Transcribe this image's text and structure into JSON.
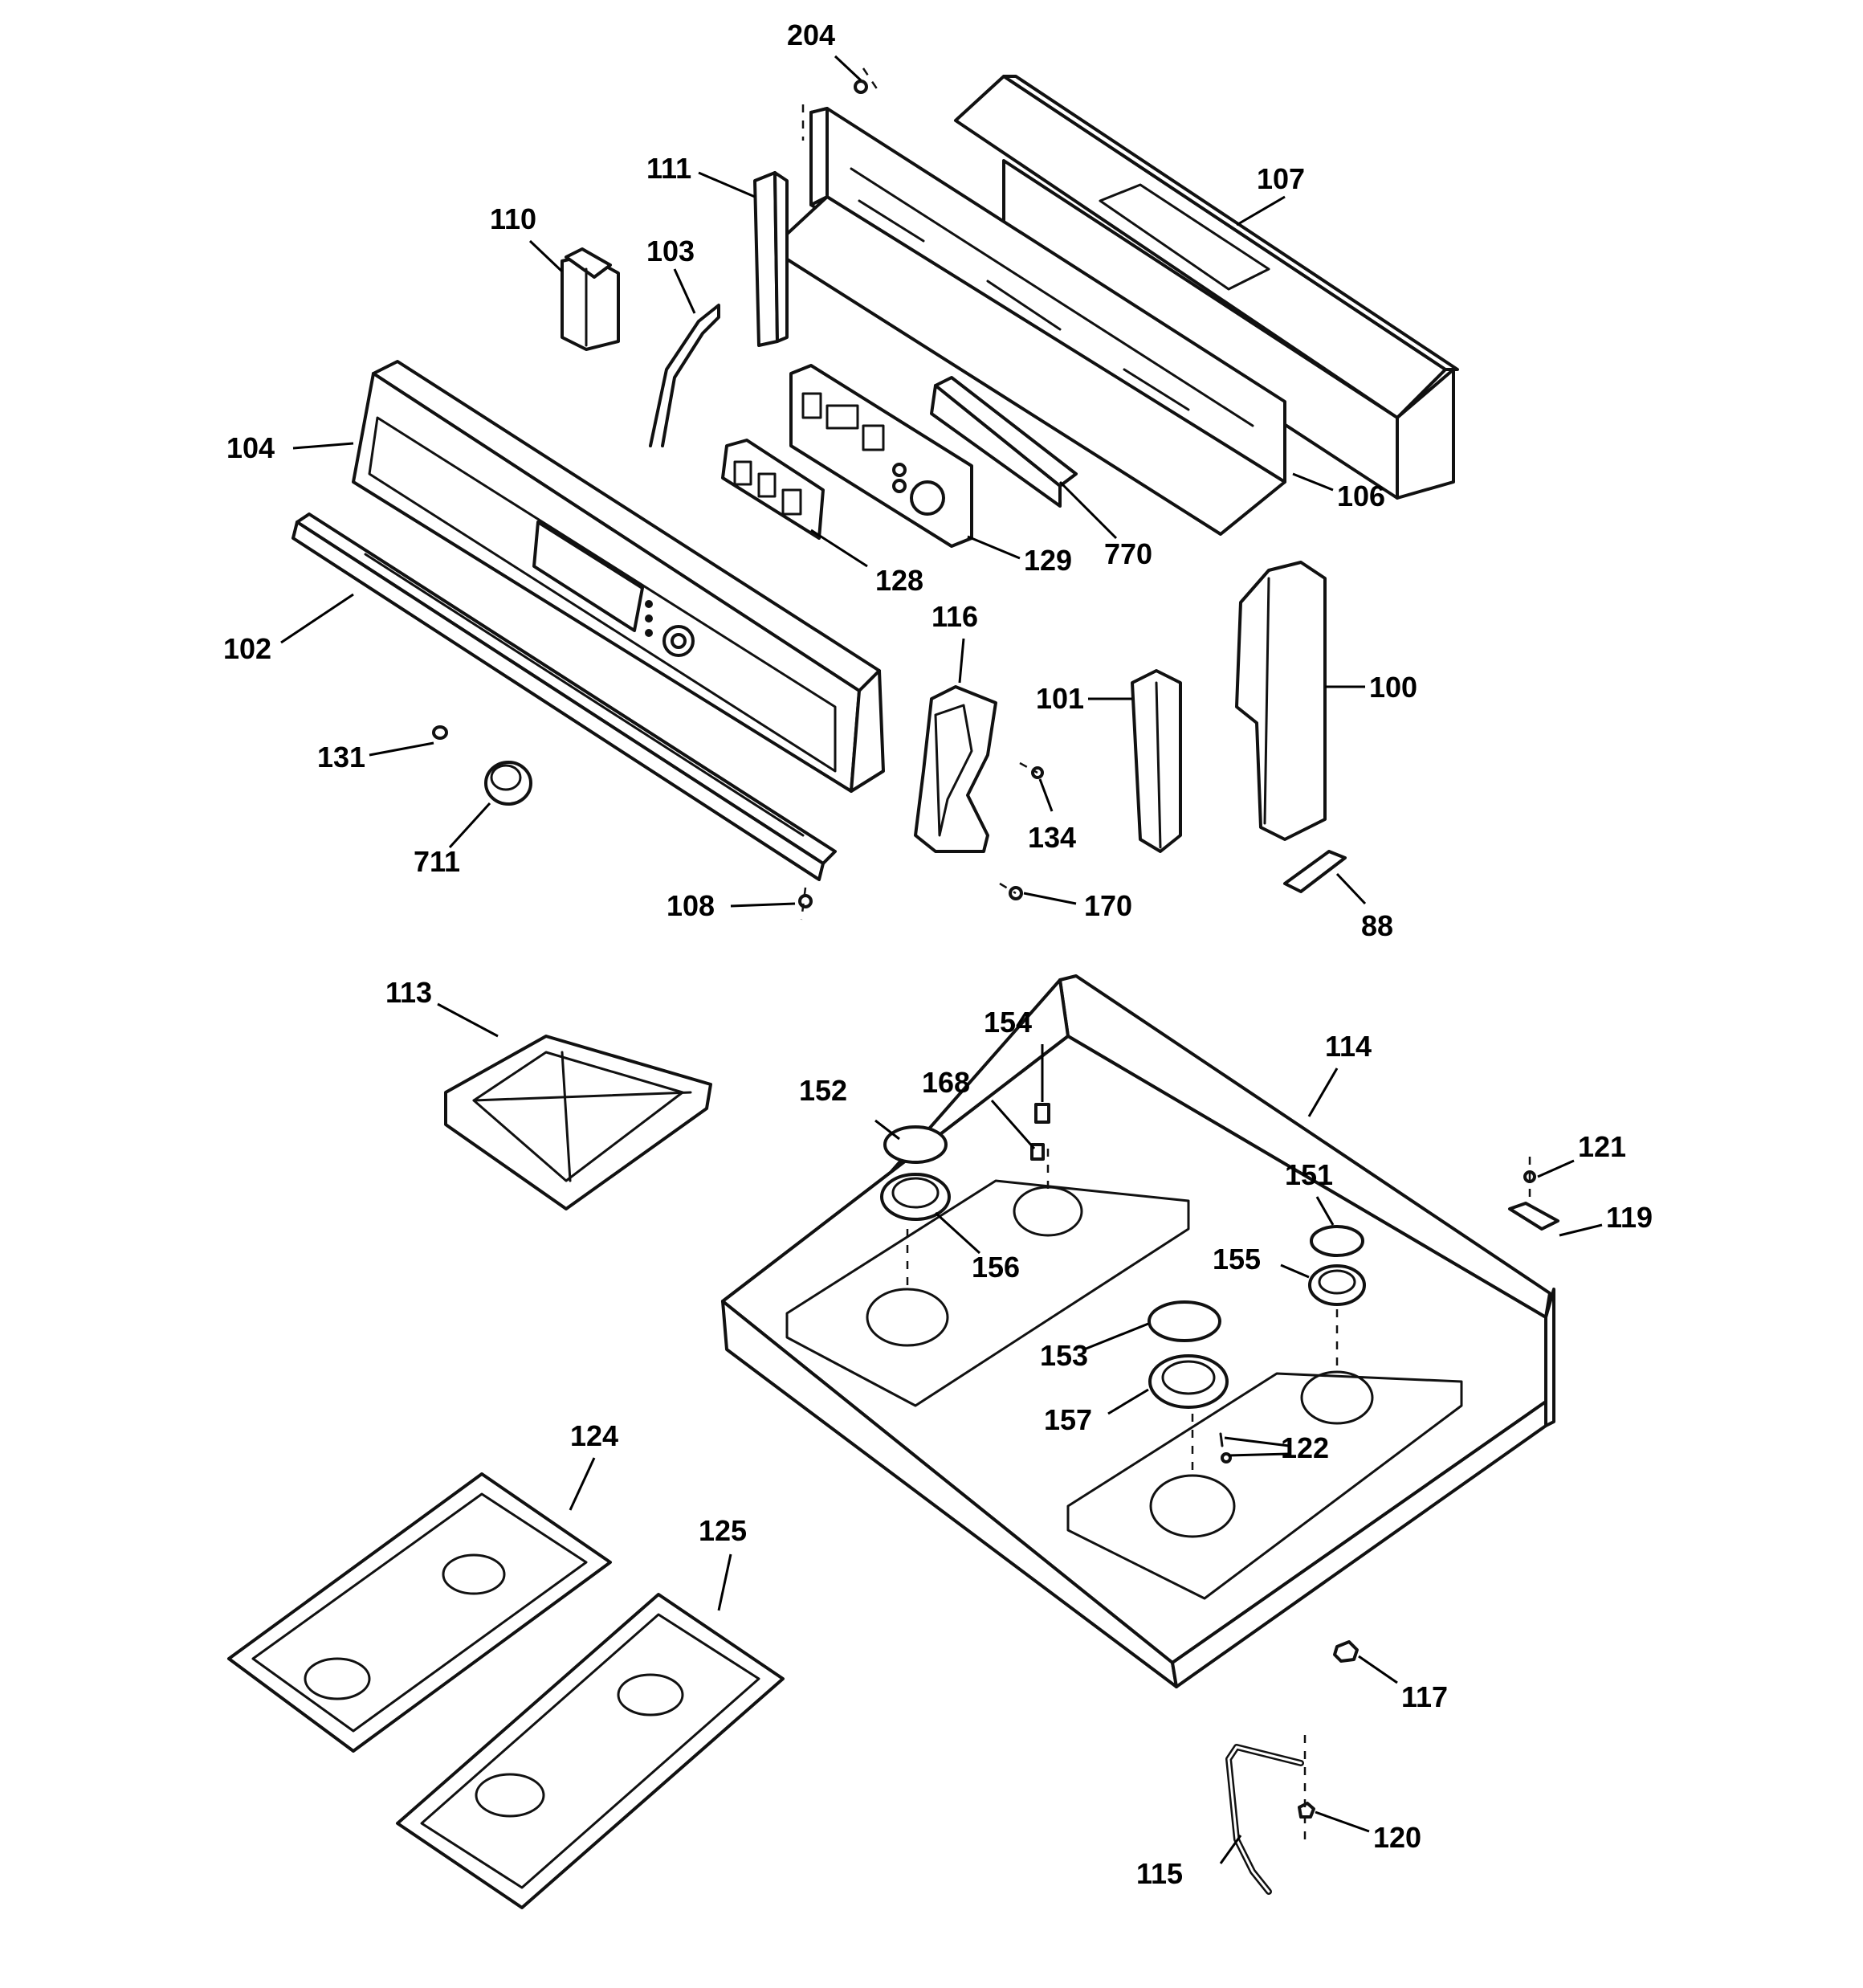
{
  "callouts": {
    "c204": "204",
    "c111": "111",
    "c107": "107",
    "c110": "110",
    "c103": "103",
    "c104": "104",
    "c106": "106",
    "c128": "128",
    "c129": "129",
    "c770": "770",
    "c102": "102",
    "c116": "116",
    "c101": "101",
    "c100": "100",
    "c131": "131",
    "c134": "134",
    "c711": "711",
    "c108": "108",
    "c170": "170",
    "c88": "88",
    "c113": "113",
    "c154": "154",
    "c114": "114",
    "c152": "152",
    "c168": "168",
    "c121": "121",
    "c151": "151",
    "c119": "119",
    "c156": "156",
    "c155": "155",
    "c153": "153",
    "c157": "157",
    "c122": "122",
    "c124": "124",
    "c125": "125",
    "c117": "117",
    "c120": "120",
    "c115": "115"
  }
}
